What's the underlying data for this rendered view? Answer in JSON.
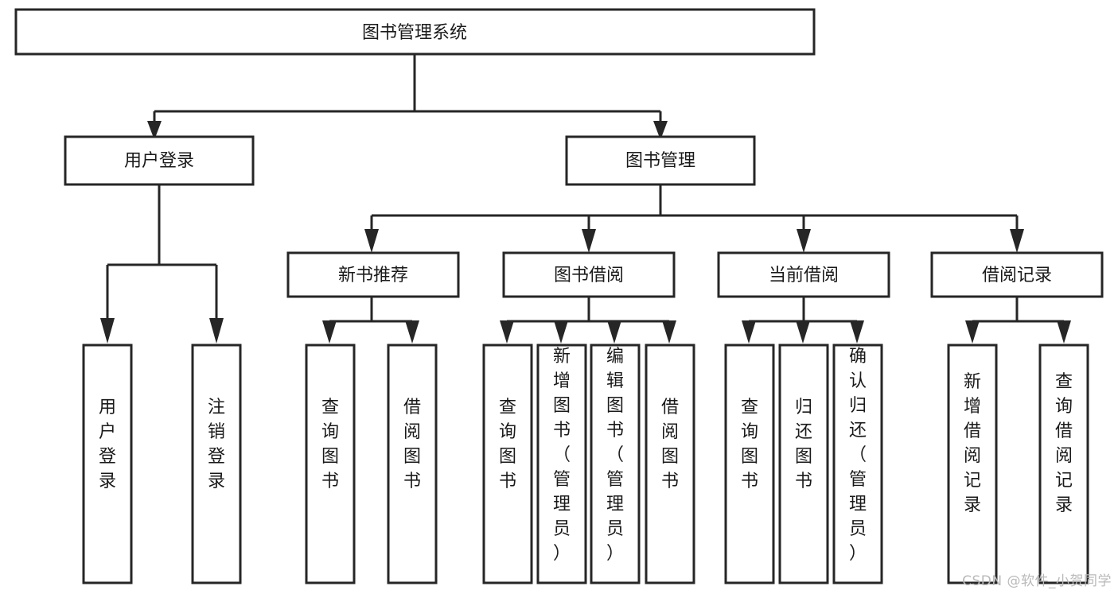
{
  "diagram": {
    "type": "tree-hierarchy-chart",
    "title": "图书管理系统",
    "orientation": "top-down",
    "colors": {
      "background": "#ffffff",
      "box_fill": "#ffffff",
      "box_stroke": "#262626",
      "text": "#1a1a1a",
      "watermark": "#b9b9b9"
    },
    "root": {
      "id": "root",
      "label": "图书管理系统"
    },
    "level1": [
      {
        "id": "user-login",
        "label": "用户登录"
      },
      {
        "id": "book-manage",
        "label": "图书管理"
      }
    ],
    "level2": [
      {
        "id": "new-book-recommend",
        "label": "新书推荐",
        "parent": "book-manage"
      },
      {
        "id": "book-borrow",
        "label": "图书借阅",
        "parent": "book-manage"
      },
      {
        "id": "current-borrow",
        "label": "当前借阅",
        "parent": "book-manage"
      },
      {
        "id": "borrow-record",
        "label": "借阅记录",
        "parent": "book-manage"
      }
    ],
    "leaves": {
      "user-login": [
        {
          "id": "leaf-user-login",
          "label": "用户登录"
        },
        {
          "id": "leaf-user-logout",
          "label": "注销登录"
        }
      ],
      "new-book-recommend": [
        {
          "id": "leaf-query-book-1",
          "label": "查询图书"
        },
        {
          "id": "leaf-borrow-book-1",
          "label": "借阅图书"
        }
      ],
      "book-borrow": [
        {
          "id": "leaf-query-book-2",
          "label": "查询图书"
        },
        {
          "id": "leaf-add-book",
          "label": "新增图书（管理员）"
        },
        {
          "id": "leaf-edit-book",
          "label": "编辑图书（管理员）"
        },
        {
          "id": "leaf-borrow-book-2",
          "label": "借阅图书"
        }
      ],
      "current-borrow": [
        {
          "id": "leaf-query-book-3",
          "label": "查询图书"
        },
        {
          "id": "leaf-return-book",
          "label": "归还图书"
        },
        {
          "id": "leaf-confirm-return",
          "label": "确认归还（管理员）"
        }
      ],
      "borrow-record": [
        {
          "id": "leaf-add-record",
          "label": "新增借阅记录"
        },
        {
          "id": "leaf-query-record",
          "label": "查询借阅记录"
        }
      ]
    }
  },
  "watermark": {
    "text": "CSDN @软件_小贺同学"
  }
}
